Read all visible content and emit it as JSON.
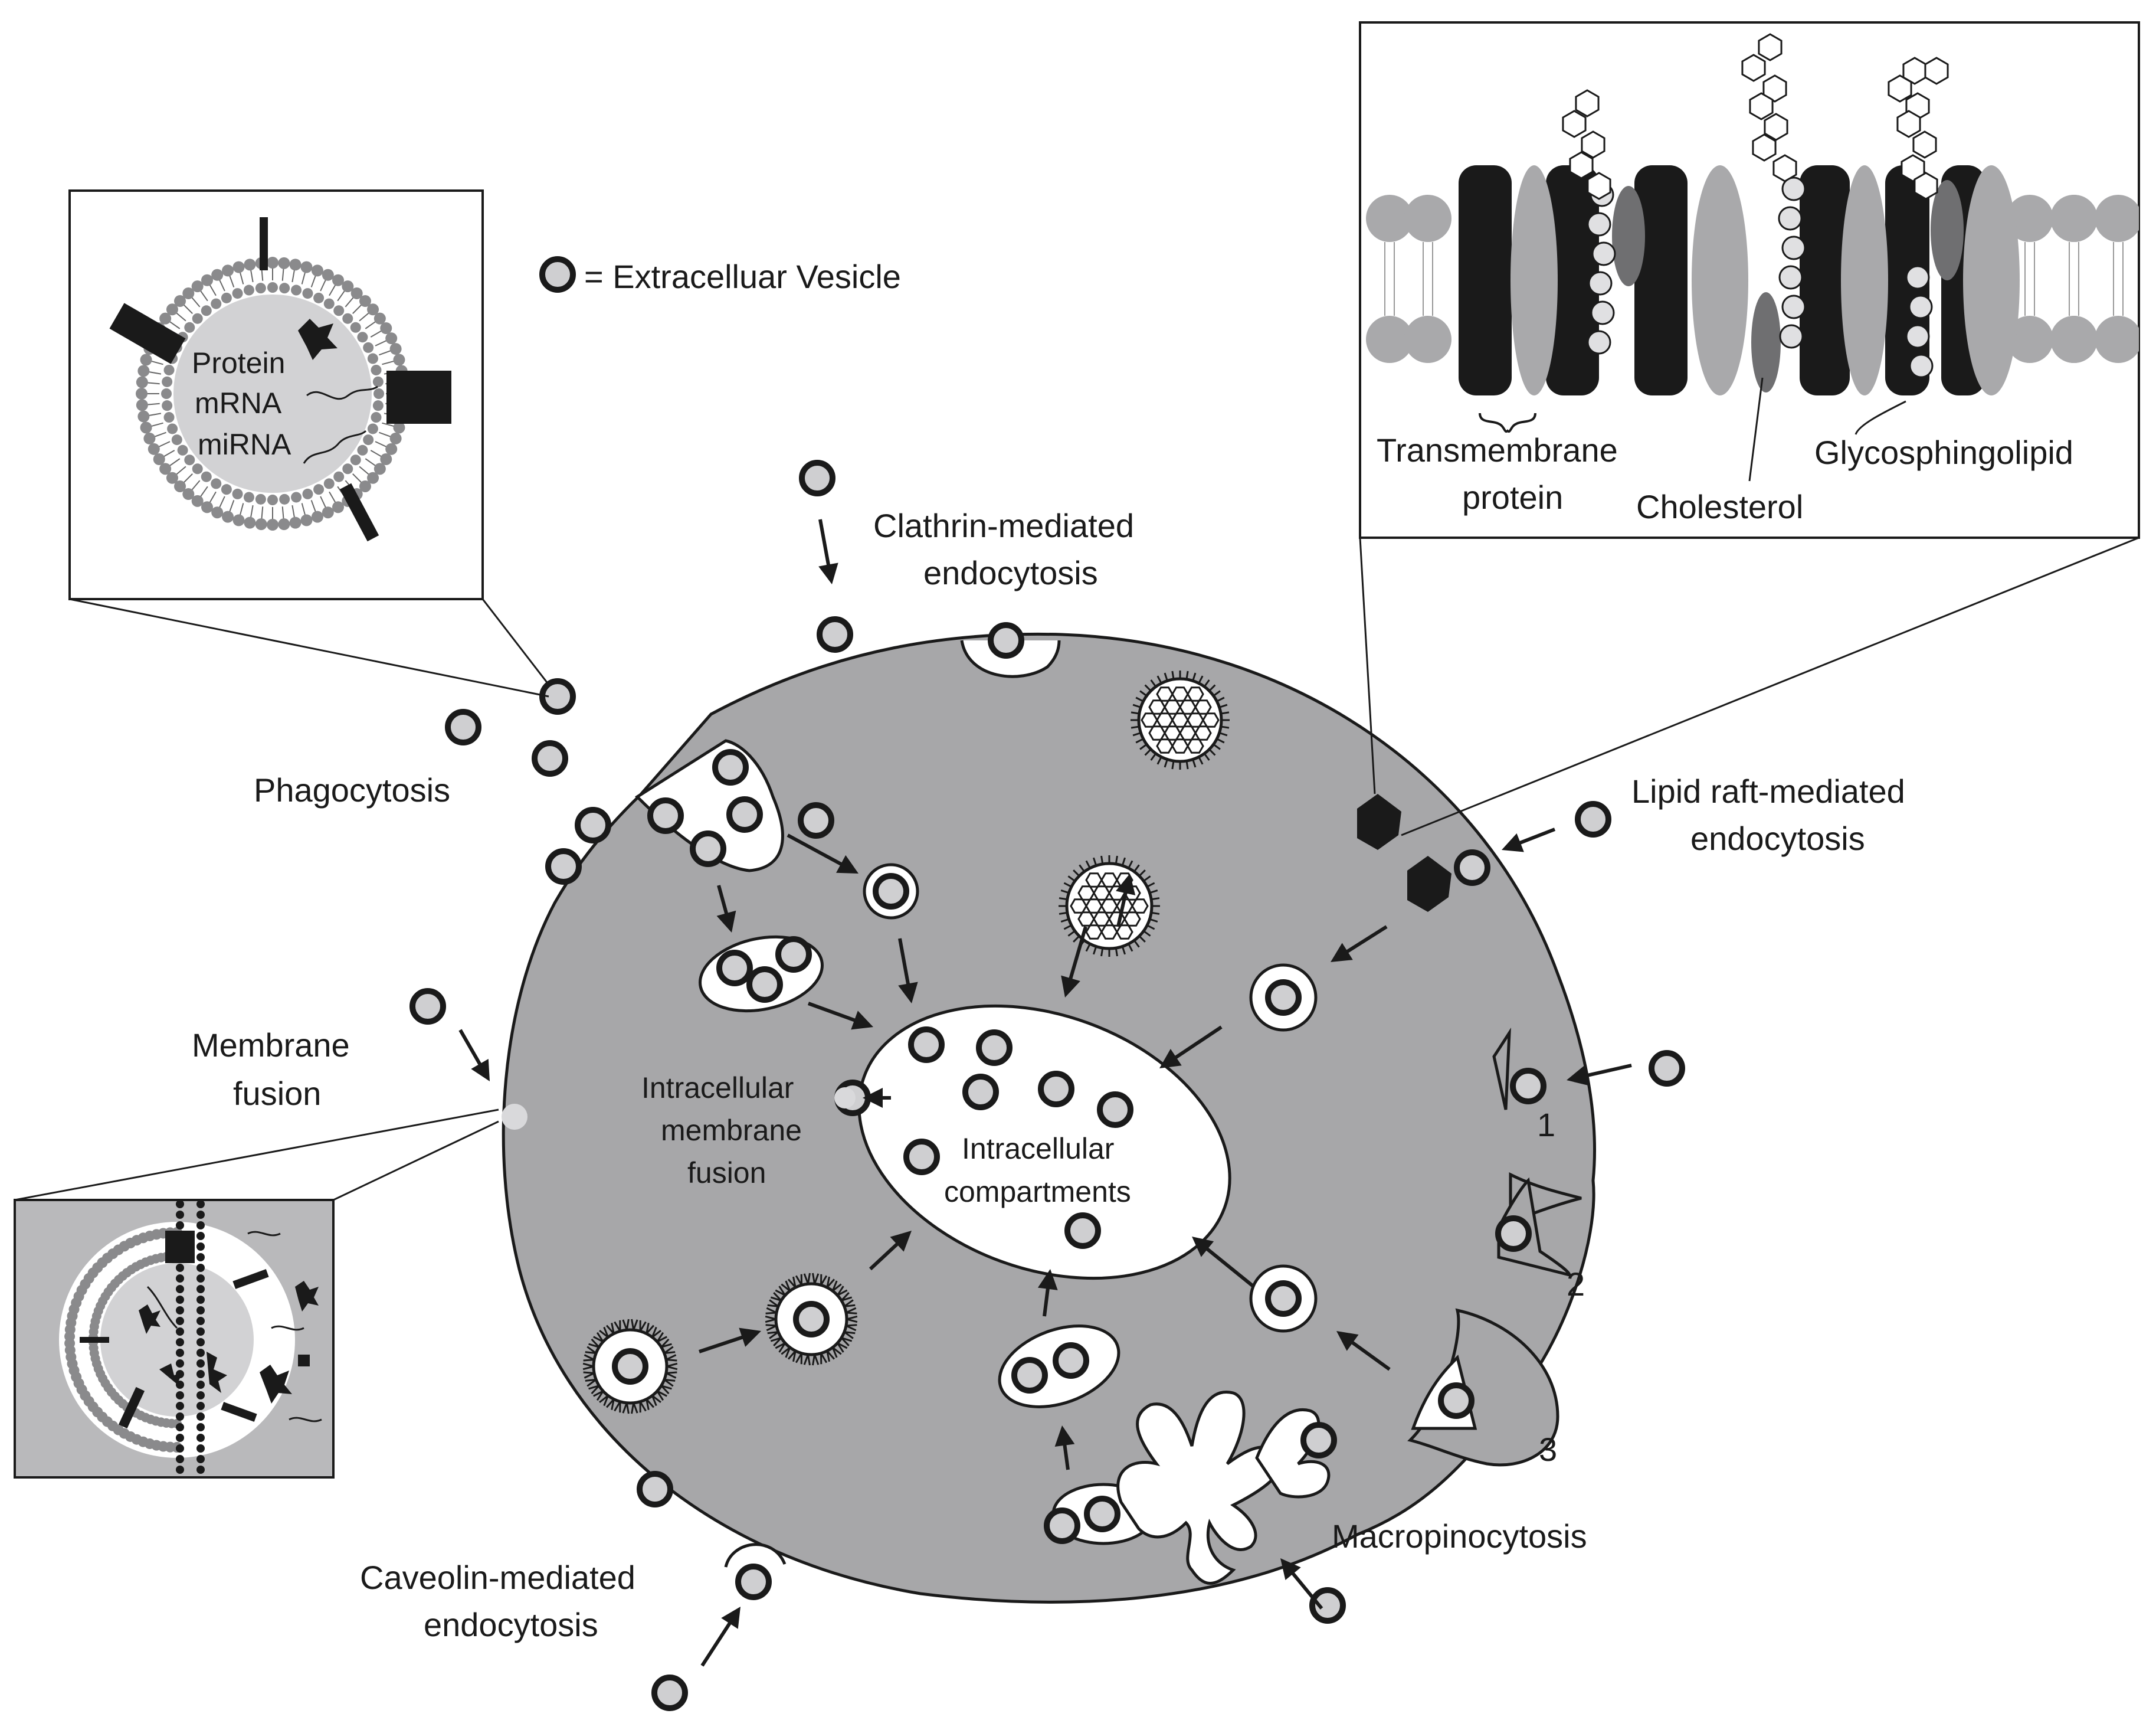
{
  "legend": {
    "text": "= Extracelluar Vesicle"
  },
  "vesicle_contents": {
    "protein": "Protein",
    "mrna": "mRNA",
    "mirna": "miRNA"
  },
  "pathways": {
    "clathrin": [
      "Clathrin-mediated",
      "endocytosis"
    ],
    "phagocytosis": "Phagocytosis",
    "lipid_raft": [
      "Lipid raft-mediated",
      "endocytosis"
    ],
    "membrane_fusion": [
      "Membrane",
      "fusion"
    ],
    "intracellular_fusion": [
      "Intracellular",
      "membrane",
      "fusion"
    ],
    "compartments": [
      "Intracellular",
      "compartments"
    ],
    "caveolin": [
      "Caveolin-mediated",
      "endocytosis"
    ],
    "macropinocytosis": "Macropinocytosis"
  },
  "raft_inset": {
    "transmembrane": [
      "Transmembrane",
      "protein"
    ],
    "cholesterol": "Cholesterol",
    "glycosphingolipid": "Glycosphingolipid"
  },
  "protrusion_numbers": [
    "1",
    "2",
    "3"
  ],
  "colors": {
    "cell_fill": "#a7a7a9",
    "vesicle_fill": "#cfcfd1",
    "dark": "#1a1a1a",
    "lipid_head": "#8a8a8c",
    "lipid_gray": "#a9a9ab",
    "inset_bg": "#b9b9bb"
  }
}
